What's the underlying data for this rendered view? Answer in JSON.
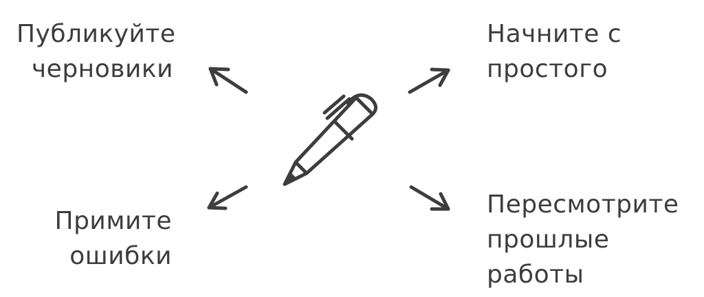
{
  "center": {
    "icon": "pen-icon"
  },
  "branches": {
    "top_left": {
      "lines": [
        "Публикуйте",
        "черновики"
      ]
    },
    "top_right": {
      "lines": [
        "Начните с",
        "простого"
      ]
    },
    "bottom_left": {
      "lines": [
        "Примите",
        "ошибки"
      ]
    },
    "bottom_right": {
      "lines": [
        "Пересмотрите",
        "прошлые",
        "работы"
      ]
    }
  },
  "colors": {
    "ink": "#3d3d3d",
    "background": "#ffffff"
  }
}
